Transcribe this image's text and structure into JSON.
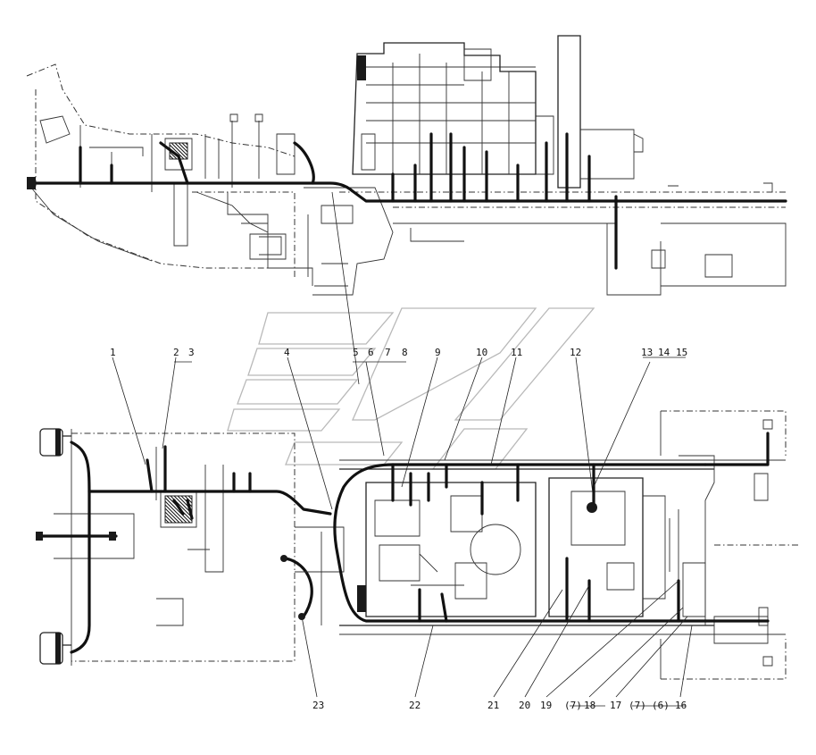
{
  "callouts_top": [
    {
      "label": "1"
    },
    {
      "label": "2"
    },
    {
      "label": "3"
    },
    {
      "label": "4"
    },
    {
      "label": "5"
    },
    {
      "label": "6"
    },
    {
      "label": "7"
    },
    {
      "label": "8"
    },
    {
      "label": "9"
    },
    {
      "label": "10"
    },
    {
      "label": "11"
    },
    {
      "label": "12"
    },
    {
      "label": "13"
    },
    {
      "label": "14"
    },
    {
      "label": "15"
    }
  ],
  "callouts_bottom": [
    {
      "label": "23"
    },
    {
      "label": "22"
    },
    {
      "label": "21"
    },
    {
      "label": "20"
    },
    {
      "label": "19"
    },
    {
      "label": "(7)"
    },
    {
      "label": "18"
    },
    {
      "label": "17"
    },
    {
      "label": "(7)"
    },
    {
      "label": "(6)"
    },
    {
      "label": "16"
    }
  ],
  "colors": {
    "line": "#222222",
    "harness": "#111111",
    "watermark": "#b9b9b9",
    "background": "#ffffff"
  }
}
